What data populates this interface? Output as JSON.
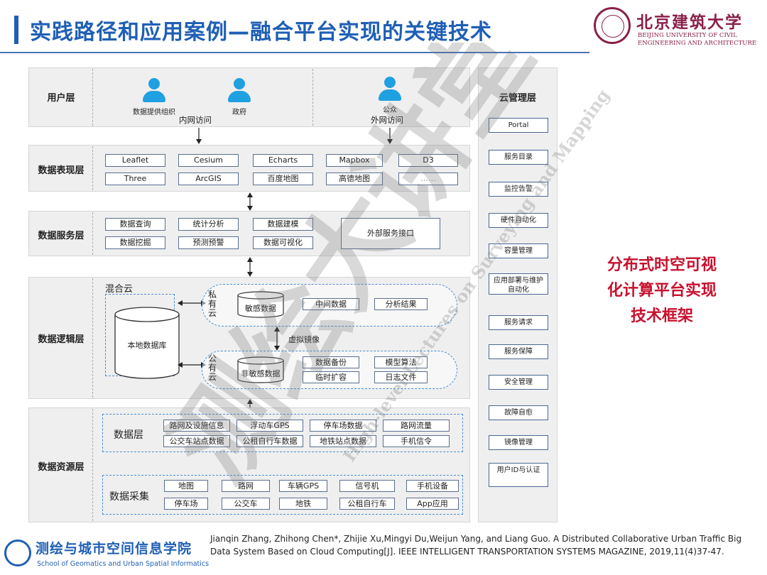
{
  "header": {
    "title": "实践路径和应用案例—融合平台实现的关键技术",
    "university_cn": "北京建筑大学",
    "university_en_line1": "BEIJING UNIVERSITY OF CIVIL",
    "university_en_line2": "ENGINEERING AND ARCHITECTURE"
  },
  "layers": {
    "user": {
      "label": "用户层",
      "users": [
        "数据提供组织",
        "政府",
        "公众"
      ],
      "intranet": "内网访问",
      "extranet": "外网访问"
    },
    "presentation": {
      "label": "数据表现层",
      "items": [
        "Leaflet",
        "Cesium",
        "Echarts",
        "Mapbox",
        "D3",
        "Three",
        "ArcGIS",
        "百度地图",
        "高德地图",
        "……"
      ]
    },
    "service": {
      "label": "数据服务层",
      "items": [
        "数据查询",
        "统计分析",
        "数据建模",
        "数据挖掘",
        "预测预警",
        "数据可视化"
      ],
      "external": "外部服务接口"
    },
    "logic": {
      "label": "数据逻辑层",
      "hybrid_cloud": "混合云",
      "local_db": "本地数据库",
      "private_cloud": "私有云",
      "public_cloud": "公有云",
      "sensitive_data": "敏感数据",
      "nonsensitive_data": "非敏感数据",
      "private_items": [
        "中间数据",
        "分析结果"
      ],
      "public_items": [
        "数据备份",
        "模型算法",
        "临时扩容",
        "日志文件"
      ],
      "mirror": "虚拟镜像"
    },
    "resource": {
      "label": "数据资源层",
      "data_layer": "数据层",
      "data_items": [
        "路网及设施信息",
        "浮动车GPS",
        "停车场数据",
        "路网流量",
        "公交车站点数据",
        "公租自行车数据",
        "地铁站点数据",
        "手机信令"
      ],
      "collection": "数据采集",
      "collection_items": [
        "地图",
        "路网",
        "车辆GPS",
        "信号机",
        "手机设备",
        "停车场",
        "公交车",
        "地铁",
        "公租自行车",
        "App应用"
      ]
    },
    "cloud_mgmt": {
      "label": "云管理层",
      "items": [
        "Portal",
        "服务目录",
        "监控告警",
        "硬件自动化",
        "容量管理",
        "应用部署与维护自动化",
        "服务请求",
        "服务保障",
        "安全管理",
        "故障自愈",
        "镜像管理",
        "用户ID与认证"
      ]
    }
  },
  "highlight_lines": [
    "分布式时空可视",
    "化计算平台实现",
    "技术框架"
  ],
  "reference": "Jianqin Zhang, Zhihong Chen*, Zhijie Xu,Mingyi Du,Weijun Yang, and Liang Guo. A Distributed Collaborative Urban Traffic Big Data System Based on Cloud Computing[J].  IEEE INTELLIGENT TRANSPORTATION SYSTEMS MAGAZINE, 2019,11(4)37-47.",
  "school": {
    "name_cn": "测绘与城市空间信息学院",
    "name_en": "School of Geomatics and Urban Spatial Informatics"
  },
  "watermark": {
    "cn": "测绘大讲堂",
    "en": "High-level Lectures on Surveying and Mapping"
  }
}
